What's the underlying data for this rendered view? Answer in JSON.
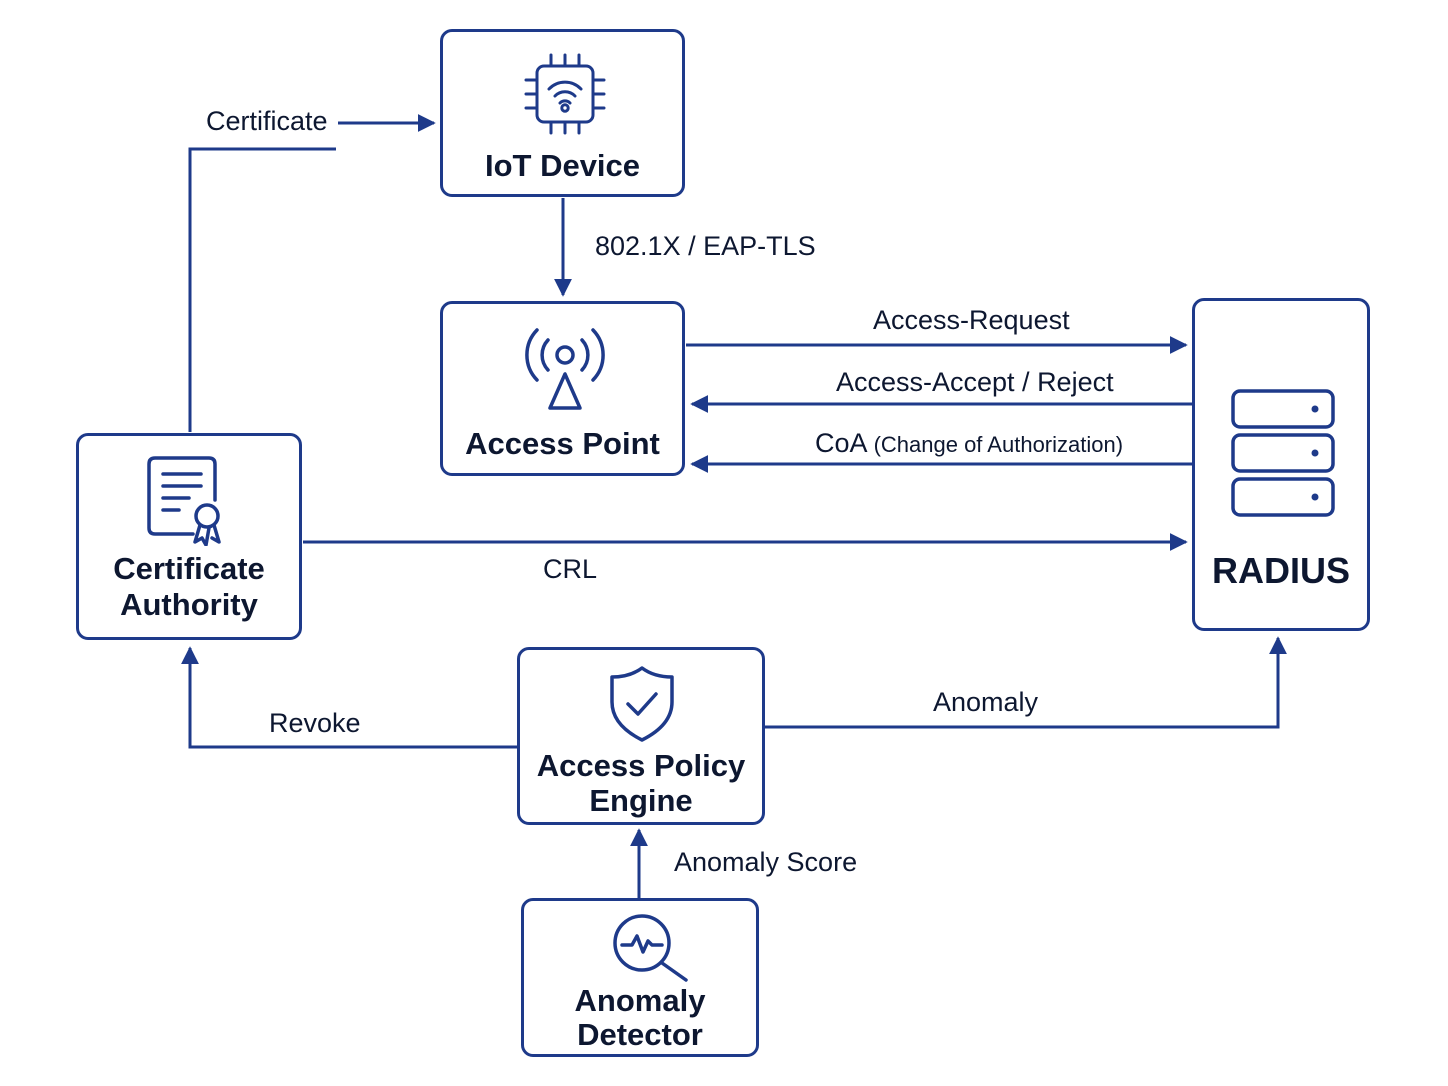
{
  "colors": {
    "accent": "#1e3a8a",
    "text": "#0d1730",
    "background": "#ffffff"
  },
  "nodes": {
    "iot_device": {
      "title": "IoT Device",
      "icon": "wifi-chip-icon"
    },
    "access_point": {
      "title": "Access Point",
      "icon": "antenna-icon"
    },
    "radius": {
      "title": "RADIUS",
      "icon": "server-stack-icon"
    },
    "certificate_authority": {
      "title_line1": "Certificate",
      "title_line2": "Authority",
      "icon": "certificate-icon"
    },
    "access_policy_engine": {
      "title_line1": "Access Policy",
      "title_line2": "Engine",
      "icon": "shield-check-icon"
    },
    "anomaly_detector": {
      "title_line1": "Anomaly",
      "title_line2": "Detector",
      "icon": "magnifier-pulse-icon"
    }
  },
  "edges": {
    "certificate": "Certificate",
    "eap_tls": "802.1X / EAP-TLS",
    "access_request": "Access-Request",
    "access_accept": "Access-Accept / Reject",
    "coa": "CoA",
    "coa_detail": "(Change of Authorization)",
    "crl": "CRL",
    "revoke": "Revoke",
    "anomaly": "Anomaly",
    "anomaly_score": "Anomaly Score"
  }
}
